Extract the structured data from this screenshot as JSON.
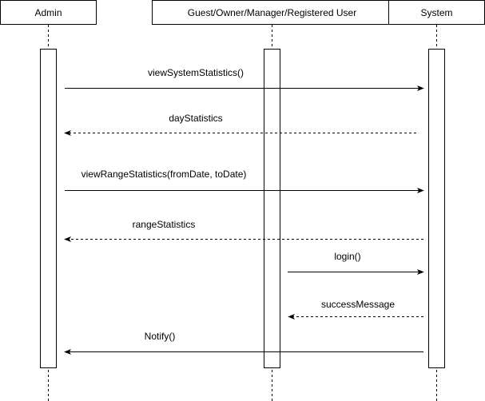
{
  "participants": [
    {
      "name": "Admin"
    },
    {
      "name": "Guest/Owner/Manager/Registered User"
    },
    {
      "name": "System"
    }
  ],
  "messages": [
    {
      "label": "viewSystemStatistics()",
      "from": 0,
      "to": 2,
      "kind": "sync"
    },
    {
      "label": "dayStatistics",
      "from": 2,
      "to": 0,
      "kind": "return"
    },
    {
      "label": "viewRangeStatistics(fromDate, toDate)",
      "from": 0,
      "to": 2,
      "kind": "sync"
    },
    {
      "label": "rangeStatistics",
      "from": 2,
      "to": 0,
      "kind": "return"
    },
    {
      "label": "login()",
      "from": 1,
      "to": 2,
      "kind": "sync"
    },
    {
      "label": "successMessage",
      "from": 2,
      "to": 1,
      "kind": "return"
    },
    {
      "label": "Notify()",
      "from": 2,
      "to": 0,
      "kind": "sync"
    }
  ],
  "colors": {
    "line": "#000000",
    "fill": "#ffffff"
  }
}
